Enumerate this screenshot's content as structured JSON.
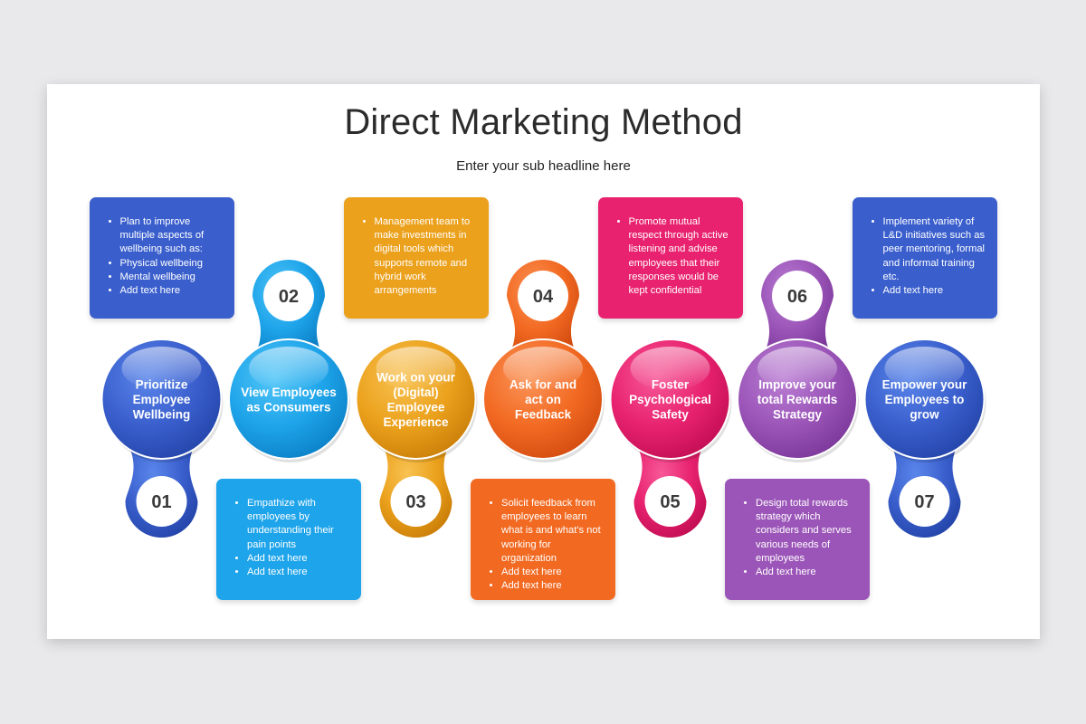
{
  "title": "Direct Marketing Method",
  "subtitle": "Enter your sub headline here",
  "steps": [
    {
      "number": "01",
      "label": "Prioritize Employee Wellbeing",
      "color": "#3a5fcd",
      "light": "#5a86ea",
      "dark": "#2344a8",
      "bullets": [
        "Plan to improve multiple aspects of wellbeing such as:",
        "Physical wellbeing",
        "Mental wellbeing",
        "Add text here"
      ]
    },
    {
      "number": "02",
      "label": "View Employees as Consumers",
      "color": "#1ea4ea",
      "light": "#52c6f7",
      "dark": "#0b7fc5",
      "bullets": [
        "Empathize with employees by understanding their pain points",
        "Add text here",
        "Add text here"
      ]
    },
    {
      "number": "03",
      "label": "Work on your (Digital) Employee Experience",
      "color": "#eba11c",
      "light": "#f8c252",
      "dark": "#c97d08",
      "bullets": [
        "Management team to make investments in digital tools which supports remote and hybrid work arrangements"
      ]
    },
    {
      "number": "04",
      "label": "Ask for and act on Feedback",
      "color": "#f26a22",
      "light": "#fb955a",
      "dark": "#d24b10",
      "bullets": [
        "Solicit feedback from employees to learn what is and what's not working for organization",
        "Add text here",
        "Add text here"
      ]
    },
    {
      "number": "05",
      "label": "Foster Psychological Safety",
      "color": "#e8226f",
      "light": "#f75898",
      "dark": "#c10d52",
      "bullets": [
        "Promote mutual respect through active listening and advise employees that their responses would be kept confidential"
      ]
    },
    {
      "number": "06",
      "label": "Improve your total Rewards Strategy",
      "color": "#9b55b8",
      "light": "#bb7fd4",
      "dark": "#7a3698",
      "bullets": [
        "Design total rewards strategy which considers and serves various needs of employees",
        "Add text here"
      ]
    },
    {
      "number": "07",
      "label": "Empower your Employees to grow",
      "color": "#3a5fcd",
      "light": "#5a86ea",
      "dark": "#2344a8",
      "bullets": [
        "Implement variety of L&D initiatives such as peer mentoring, formal and informal training etc.",
        "Add text here"
      ]
    }
  ]
}
